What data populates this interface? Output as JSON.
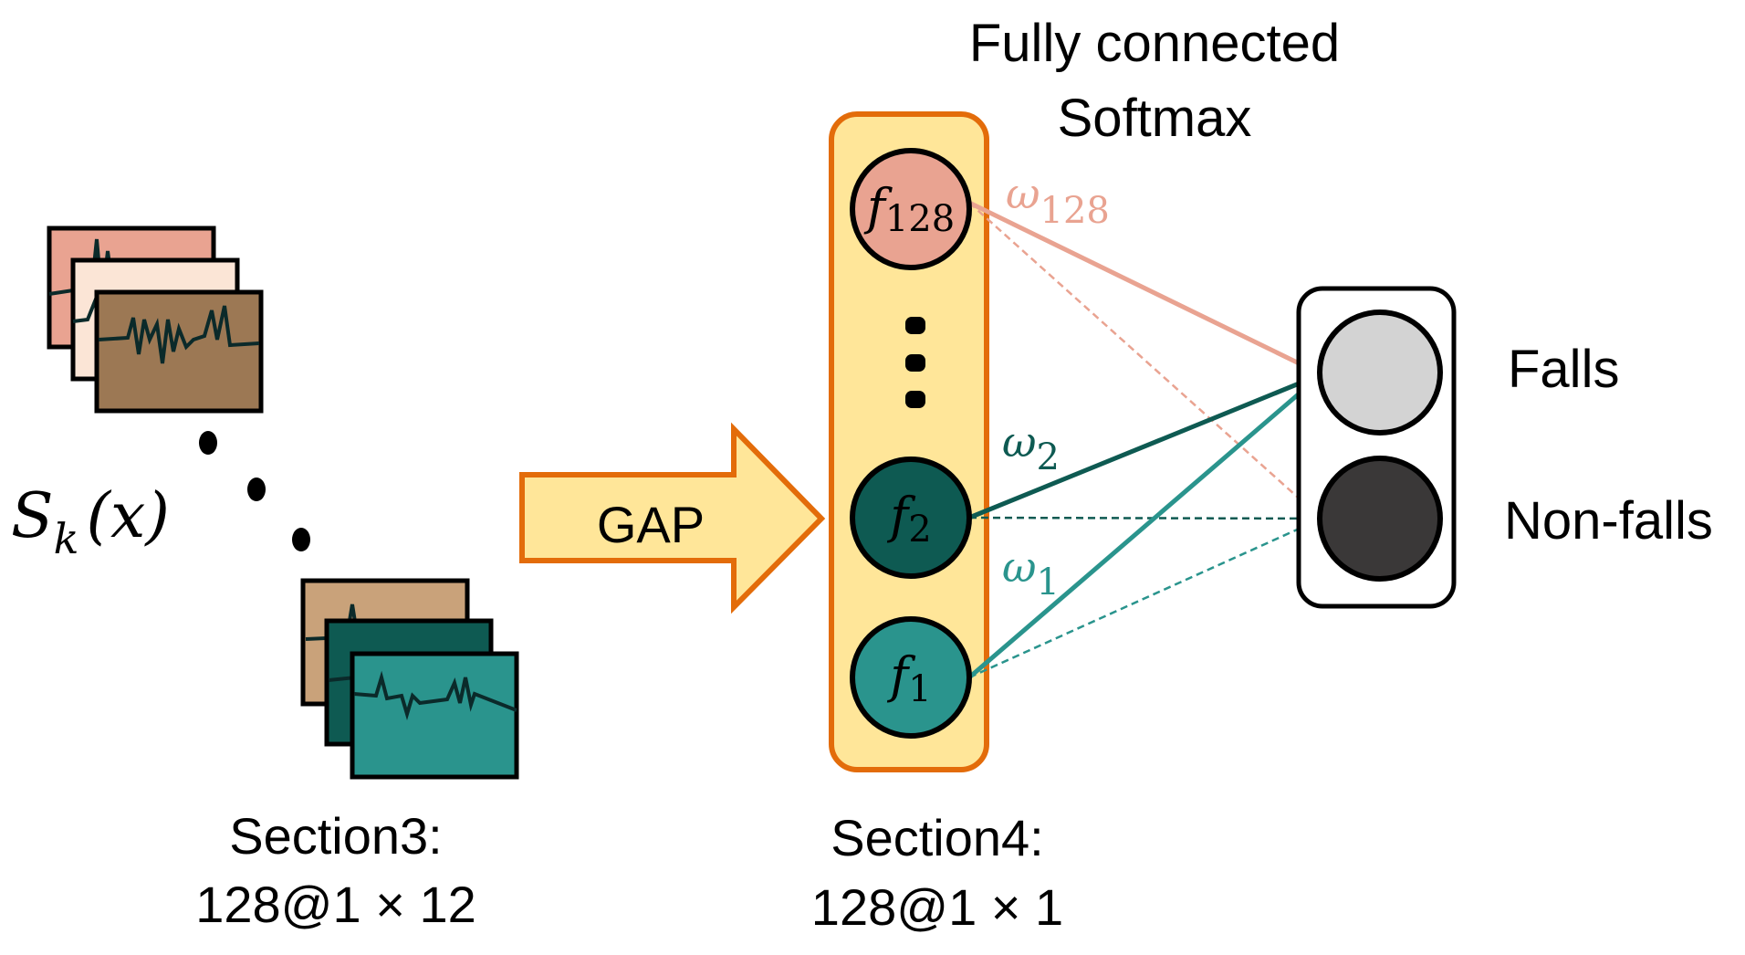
{
  "title": {
    "line1": "Fully connected",
    "line2": "Softmax"
  },
  "input": {
    "symbol_base": "S",
    "symbol_sub": "k",
    "symbol_arg": "(x)"
  },
  "section3": {
    "line1": "Section3:",
    "line2": "128@1 × 12"
  },
  "gap_label": "GAP",
  "section4": {
    "line1": "Section4:",
    "line2": "128@1 × 1"
  },
  "neurons": [
    {
      "base": "f",
      "sub": "128",
      "color": "#e9a391"
    },
    {
      "base": "f",
      "sub": "2",
      "color": "#0e5a52"
    },
    {
      "base": "f",
      "sub": "1",
      "color": "#2a948d"
    }
  ],
  "weights": [
    {
      "base": "ω",
      "sub": "128",
      "color": "#e9a391"
    },
    {
      "base": "ω",
      "sub": "2",
      "color": "#0e5a52"
    },
    {
      "base": "ω",
      "sub": "1",
      "color": "#2a948d"
    }
  ],
  "outputs": [
    {
      "label": "Falls",
      "color": "#d3d3d3"
    },
    {
      "label": "Non-falls",
      "color": "#3a3838"
    }
  ],
  "colors": {
    "accent_orange": "#e36c0a",
    "panel_fill": "#ffe699",
    "map_colors_top": [
      "#e9a391",
      "#fbe5d6",
      "#9c7854"
    ],
    "map_colors_bottom": [
      "#c9a27a",
      "#0e5a52",
      "#2a948d"
    ]
  }
}
